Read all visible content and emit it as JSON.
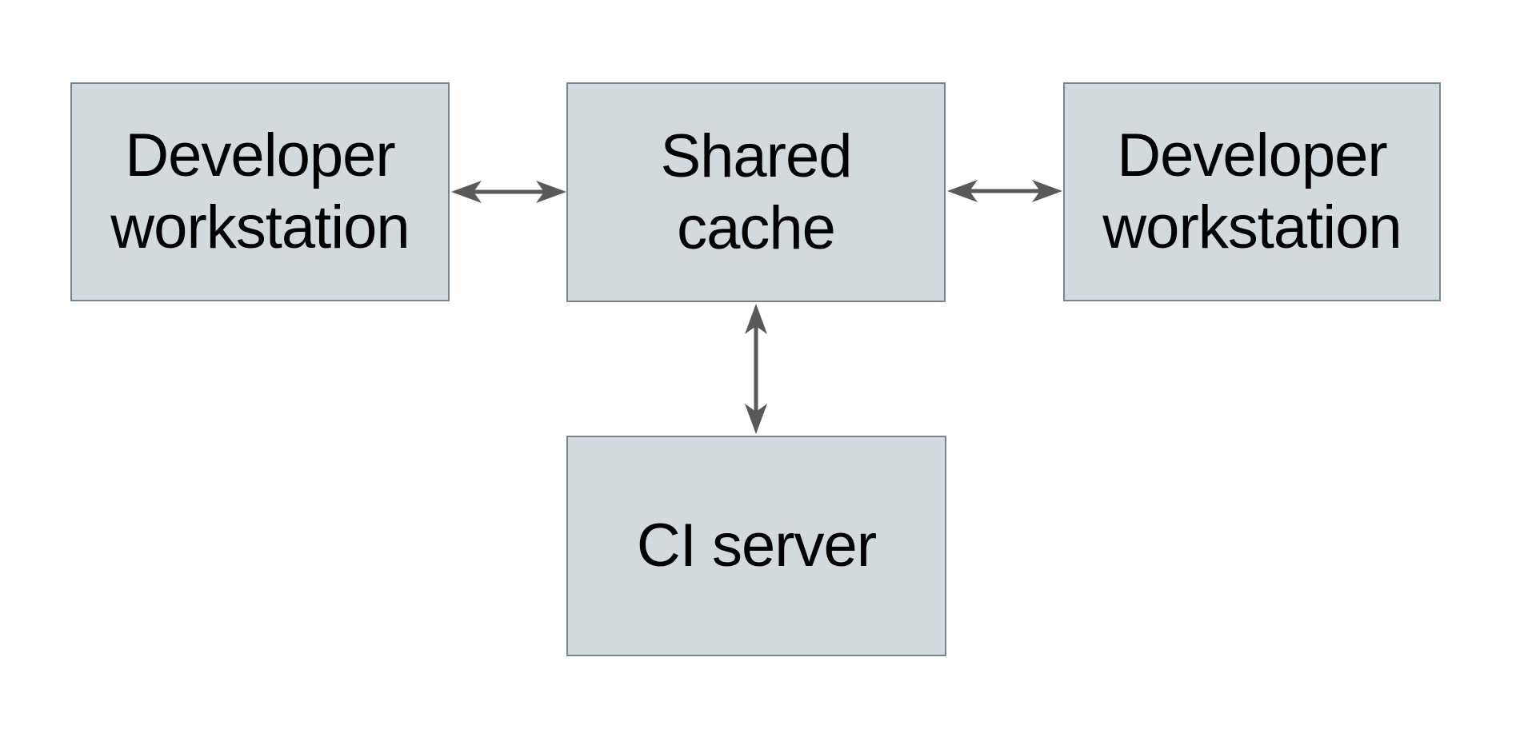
{
  "diagram": {
    "background_color": "#ffffff",
    "node_fill_color": "#d3dadd",
    "node_border_color": "#76858f",
    "arrow_color": "#595959",
    "text_color": "#000000",
    "nodes": [
      {
        "id": "developer-workstation-left",
        "label": "Developer workstation"
      },
      {
        "id": "shared-cache",
        "label": "Shared cache"
      },
      {
        "id": "developer-workstation-right",
        "label": "Developer workstation"
      },
      {
        "id": "ci-server",
        "label": "CI server"
      }
    ],
    "edges": [
      {
        "from": "developer-workstation-left",
        "to": "shared-cache",
        "direction": "bidirectional"
      },
      {
        "from": "shared-cache",
        "to": "developer-workstation-right",
        "direction": "bidirectional"
      },
      {
        "from": "shared-cache",
        "to": "ci-server",
        "direction": "bidirectional"
      }
    ]
  }
}
